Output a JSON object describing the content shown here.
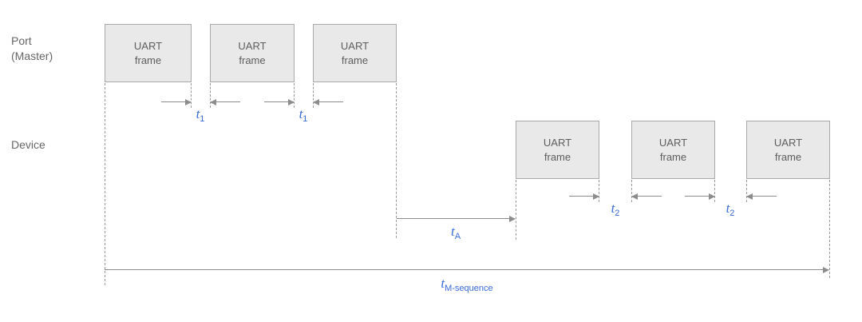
{
  "diagram": {
    "rows": {
      "master": {
        "label": "Port\n(Master)",
        "frames": [
          {
            "label": "UART\nframe"
          },
          {
            "label": "UART\nframe"
          },
          {
            "label": "UART\nframe"
          }
        ]
      },
      "device": {
        "label": "Device",
        "frames": [
          {
            "label": "UART\nframe"
          },
          {
            "label": "UART\nframe"
          },
          {
            "label": "UART\nframe"
          }
        ]
      }
    },
    "timings": {
      "t1": {
        "base": "t",
        "sub": "1"
      },
      "t2": {
        "base": "t",
        "sub": "2"
      },
      "tA": {
        "base": "t",
        "sub": "A"
      },
      "tM": {
        "base": "t",
        "sub": "M-sequence"
      }
    },
    "colors": {
      "frame_fill": "#e9e9e9",
      "frame_border": "#a9a9a9",
      "line": "#8c8c8c",
      "dash": "#9a9a9a",
      "text": "#666666",
      "timing_label": "#3a6bd8"
    }
  }
}
